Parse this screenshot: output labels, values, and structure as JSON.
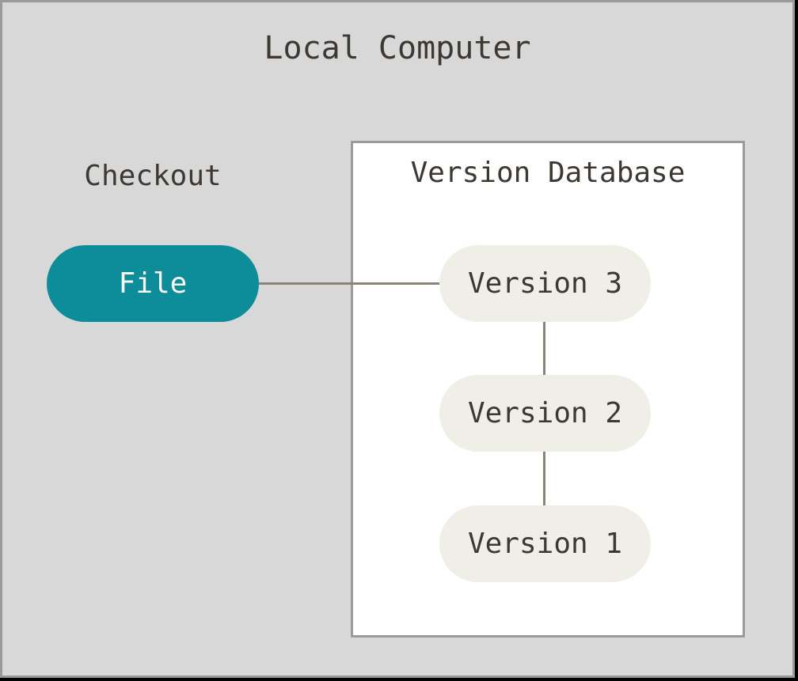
{
  "window": {
    "title": "Local Computer"
  },
  "checkout": {
    "label": "Checkout"
  },
  "file_node": {
    "label": "File"
  },
  "version_database": {
    "title": "Version Database",
    "versions": [
      "Version 3",
      "Version 2",
      "Version 1"
    ]
  },
  "colors": {
    "canvas_bg": "#d8d8d8",
    "window_border": "#9a9a9a",
    "box_bg": "#ffffff",
    "box_border": "#9a9a9a",
    "file_fill": "#0d8d99",
    "file_text": "#f7f7f7",
    "version_fill": "#f0efe7",
    "text": "#3e3833",
    "connector": "#8a8379"
  }
}
